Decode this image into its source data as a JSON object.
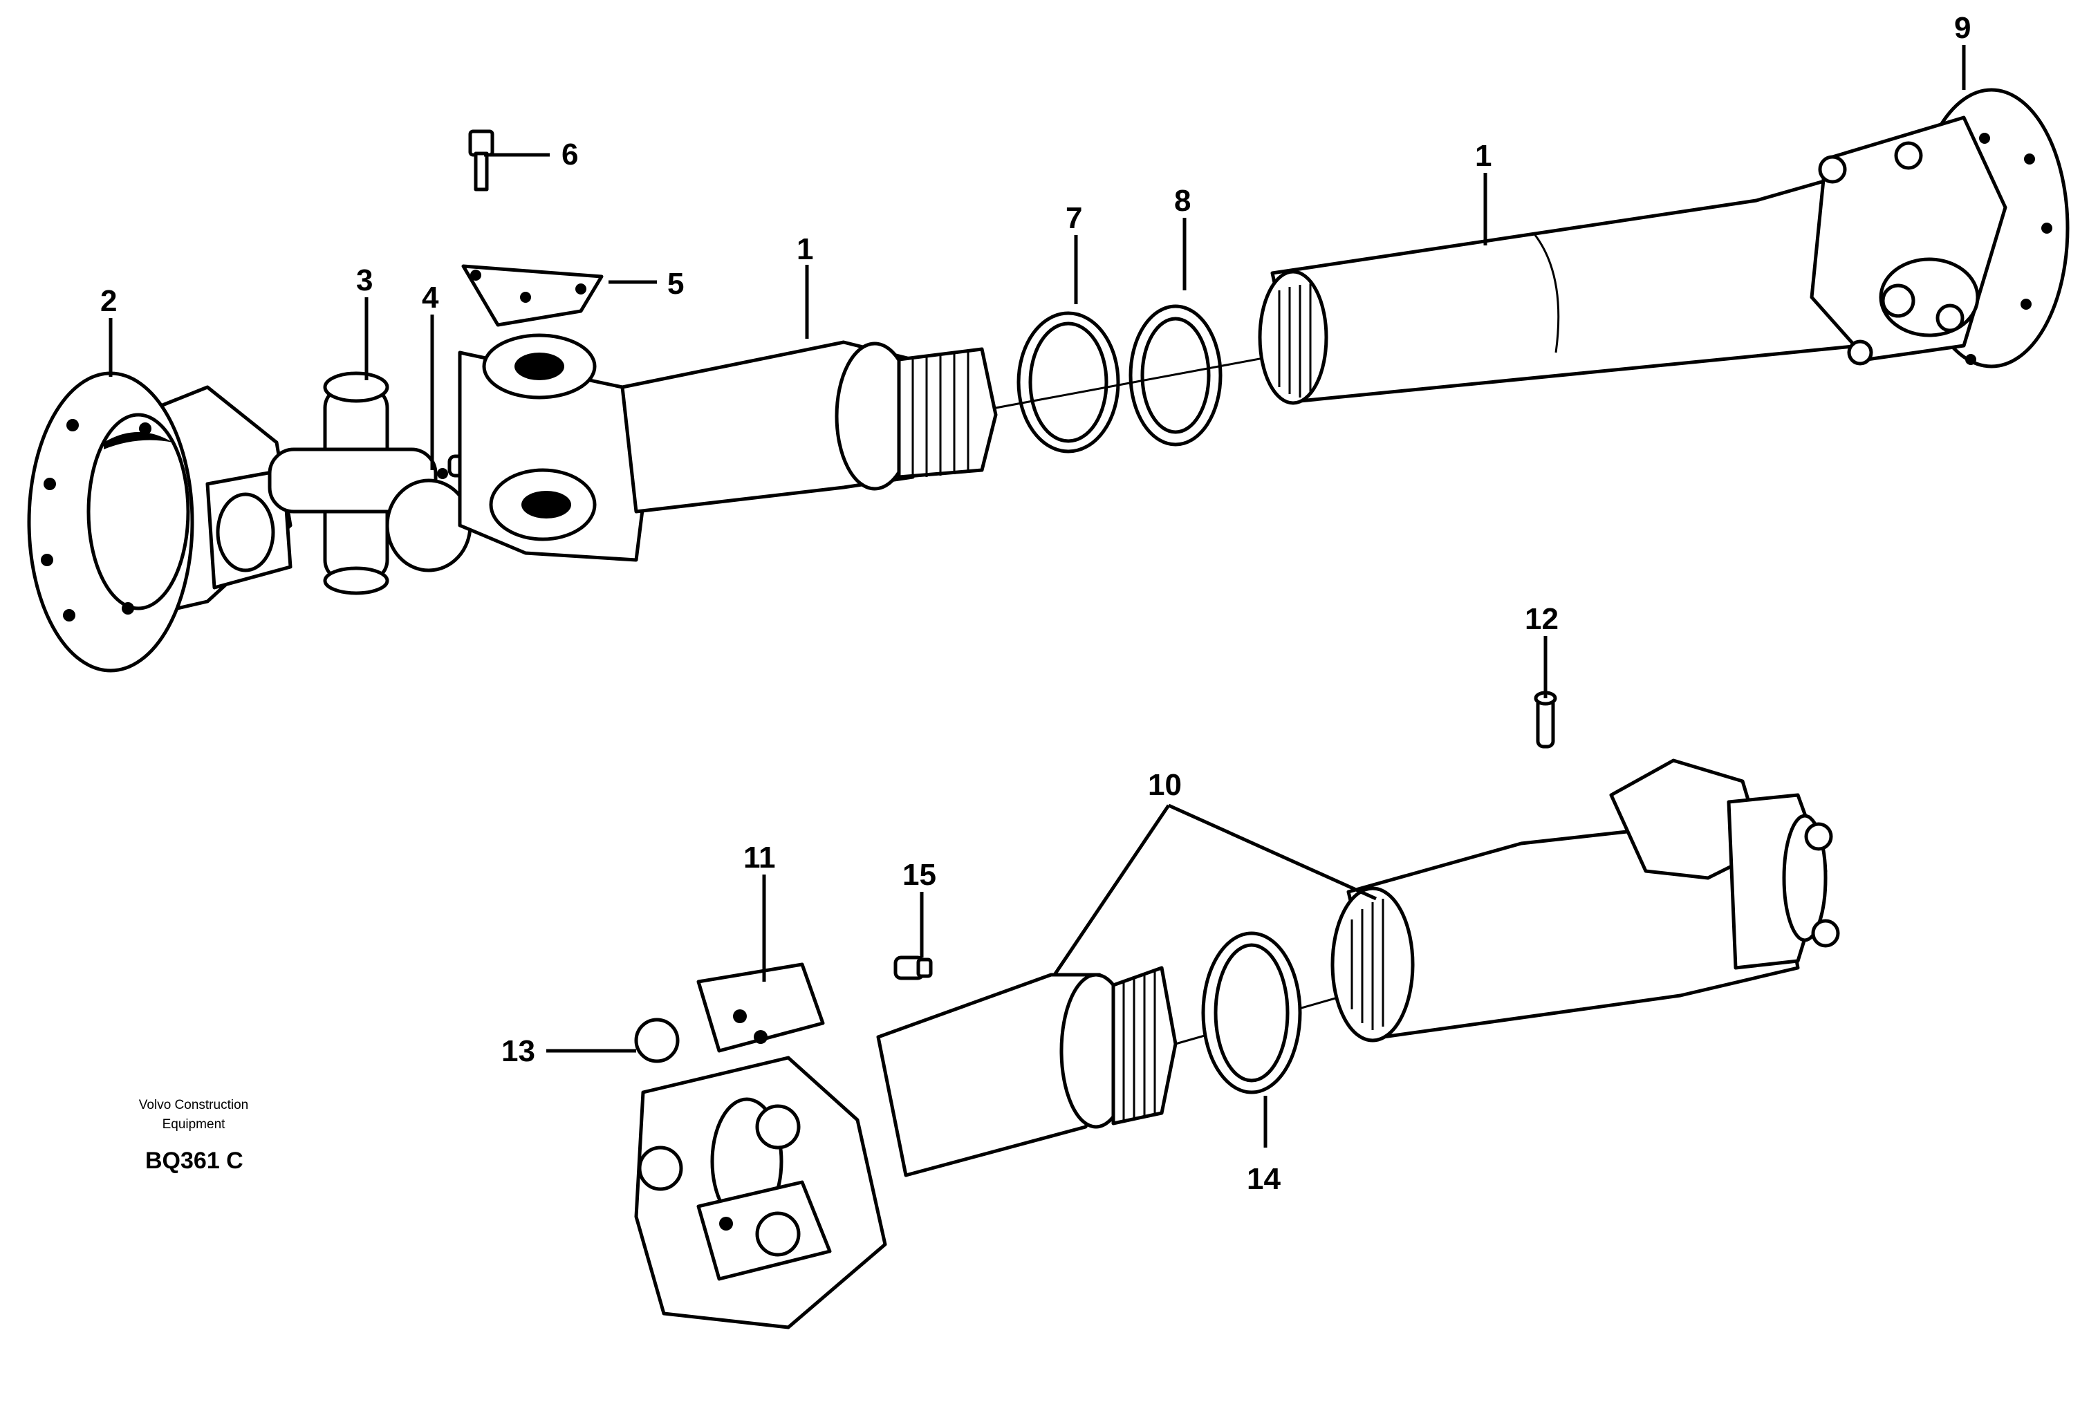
{
  "callouts": {
    "c1": "1",
    "c2": "2",
    "c3": "3",
    "c4": "4",
    "c5": "5",
    "c6": "6",
    "c7": "7",
    "c8": "8",
    "c9": "9",
    "c10": "10",
    "c11": "11",
    "c12": "12",
    "c13": "13",
    "c14": "14",
    "c15": "15"
  },
  "footer": {
    "brand_line1": "Volvo Construction",
    "brand_line2": "Equipment",
    "drawing_code": "BQ361 C"
  }
}
